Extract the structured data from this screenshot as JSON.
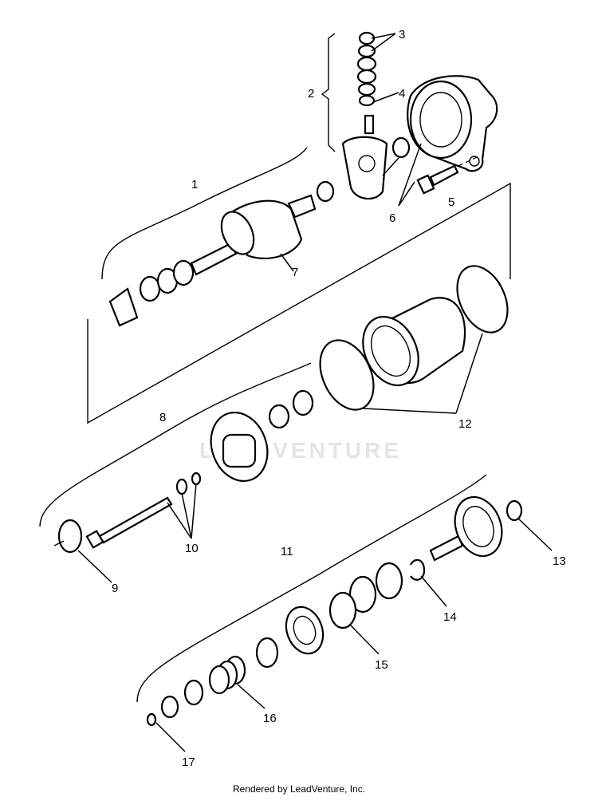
{
  "diagram": {
    "callouts": [
      "1",
      "2",
      "3",
      "4",
      "5",
      "6",
      "7",
      "8",
      "9",
      "10",
      "11",
      "12",
      "13",
      "14",
      "15",
      "16",
      "17"
    ],
    "watermark": "LEADVENTURE"
  },
  "footer": {
    "text": "Rendered by LeadVenture, Inc."
  }
}
